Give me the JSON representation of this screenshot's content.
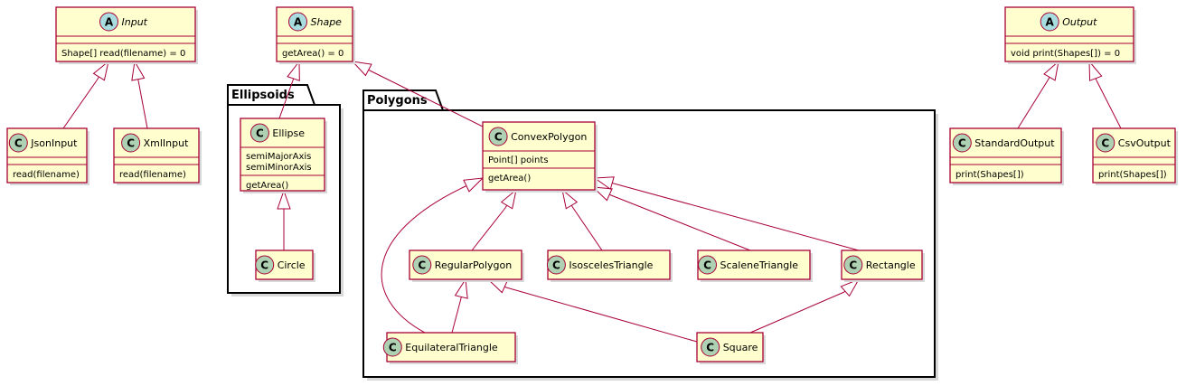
{
  "packages": {
    "ellipsoids": "Ellipsoids",
    "polygons": "Polygons"
  },
  "classes": {
    "input": {
      "kind": "A",
      "name": "Input",
      "fields": [],
      "methods": [
        "Shape[] read(filename) = 0"
      ]
    },
    "jsonInput": {
      "kind": "C",
      "name": "JsonInput",
      "fields": [],
      "methods": [
        "read(filename)"
      ]
    },
    "xmlInput": {
      "kind": "C",
      "name": "XmlInput",
      "fields": [],
      "methods": [
        "read(filename)"
      ]
    },
    "shape": {
      "kind": "A",
      "name": "Shape",
      "fields": [],
      "methods": [
        "getArea() = 0"
      ]
    },
    "ellipse": {
      "kind": "C",
      "name": "Ellipse",
      "fields": [
        "semiMajorAxis",
        "semiMinorAxis"
      ],
      "methods": [
        "getArea()"
      ]
    },
    "circle": {
      "kind": "C",
      "name": "Circle",
      "fields": [],
      "methods": []
    },
    "convexPolygon": {
      "kind": "C",
      "name": "ConvexPolygon",
      "fields": [
        "Point[] points"
      ],
      "methods": [
        "getArea()"
      ]
    },
    "regularPolygon": {
      "kind": "C",
      "name": "RegularPolygon",
      "fields": [],
      "methods": []
    },
    "isoscelesTriangle": {
      "kind": "C",
      "name": "IsoscelesTriangle",
      "fields": [],
      "methods": []
    },
    "scaleneTriangle": {
      "kind": "C",
      "name": "ScaleneTriangle",
      "fields": [],
      "methods": []
    },
    "rectangle": {
      "kind": "C",
      "name": "Rectangle",
      "fields": [],
      "methods": []
    },
    "equilateralTriangle": {
      "kind": "C",
      "name": "EquilateralTriangle",
      "fields": [],
      "methods": []
    },
    "square": {
      "kind": "C",
      "name": "Square",
      "fields": [],
      "methods": []
    },
    "output": {
      "kind": "A",
      "name": "Output",
      "fields": [],
      "methods": [
        "void print(Shapes[]) = 0"
      ]
    },
    "standardOutput": {
      "kind": "C",
      "name": "StandardOutput",
      "fields": [],
      "methods": [
        "print(Shapes[])"
      ]
    },
    "csvOutput": {
      "kind": "C",
      "name": "CsvOutput",
      "fields": [],
      "methods": [
        "print(Shapes[])"
      ]
    }
  },
  "relations": [
    {
      "type": "inheritance",
      "from": "jsonInput",
      "to": "input"
    },
    {
      "type": "inheritance",
      "from": "xmlInput",
      "to": "input"
    },
    {
      "type": "inheritance",
      "from": "ellipse",
      "to": "shape"
    },
    {
      "type": "inheritance",
      "from": "convexPolygon",
      "to": "shape"
    },
    {
      "type": "inheritance",
      "from": "circle",
      "to": "ellipse"
    },
    {
      "type": "inheritance",
      "from": "regularPolygon",
      "to": "convexPolygon"
    },
    {
      "type": "inheritance",
      "from": "isoscelesTriangle",
      "to": "convexPolygon"
    },
    {
      "type": "inheritance",
      "from": "scaleneTriangle",
      "to": "convexPolygon"
    },
    {
      "type": "inheritance",
      "from": "rectangle",
      "to": "convexPolygon"
    },
    {
      "type": "inheritance",
      "from": "equilateralTriangle",
      "to": "convexPolygon"
    },
    {
      "type": "inheritance",
      "from": "equilateralTriangle",
      "to": "regularPolygon"
    },
    {
      "type": "inheritance",
      "from": "square",
      "to": "regularPolygon"
    },
    {
      "type": "inheritance",
      "from": "square",
      "to": "rectangle"
    },
    {
      "type": "inheritance",
      "from": "standardOutput",
      "to": "output"
    },
    {
      "type": "inheritance",
      "from": "csvOutput",
      "to": "output"
    }
  ],
  "colors": {
    "class_fill": "#FEFECE",
    "class_border": "#A80036",
    "badge_class": "#ADD1B2",
    "badge_abstract": "#A9DCDF",
    "package_border": "#000000"
  }
}
